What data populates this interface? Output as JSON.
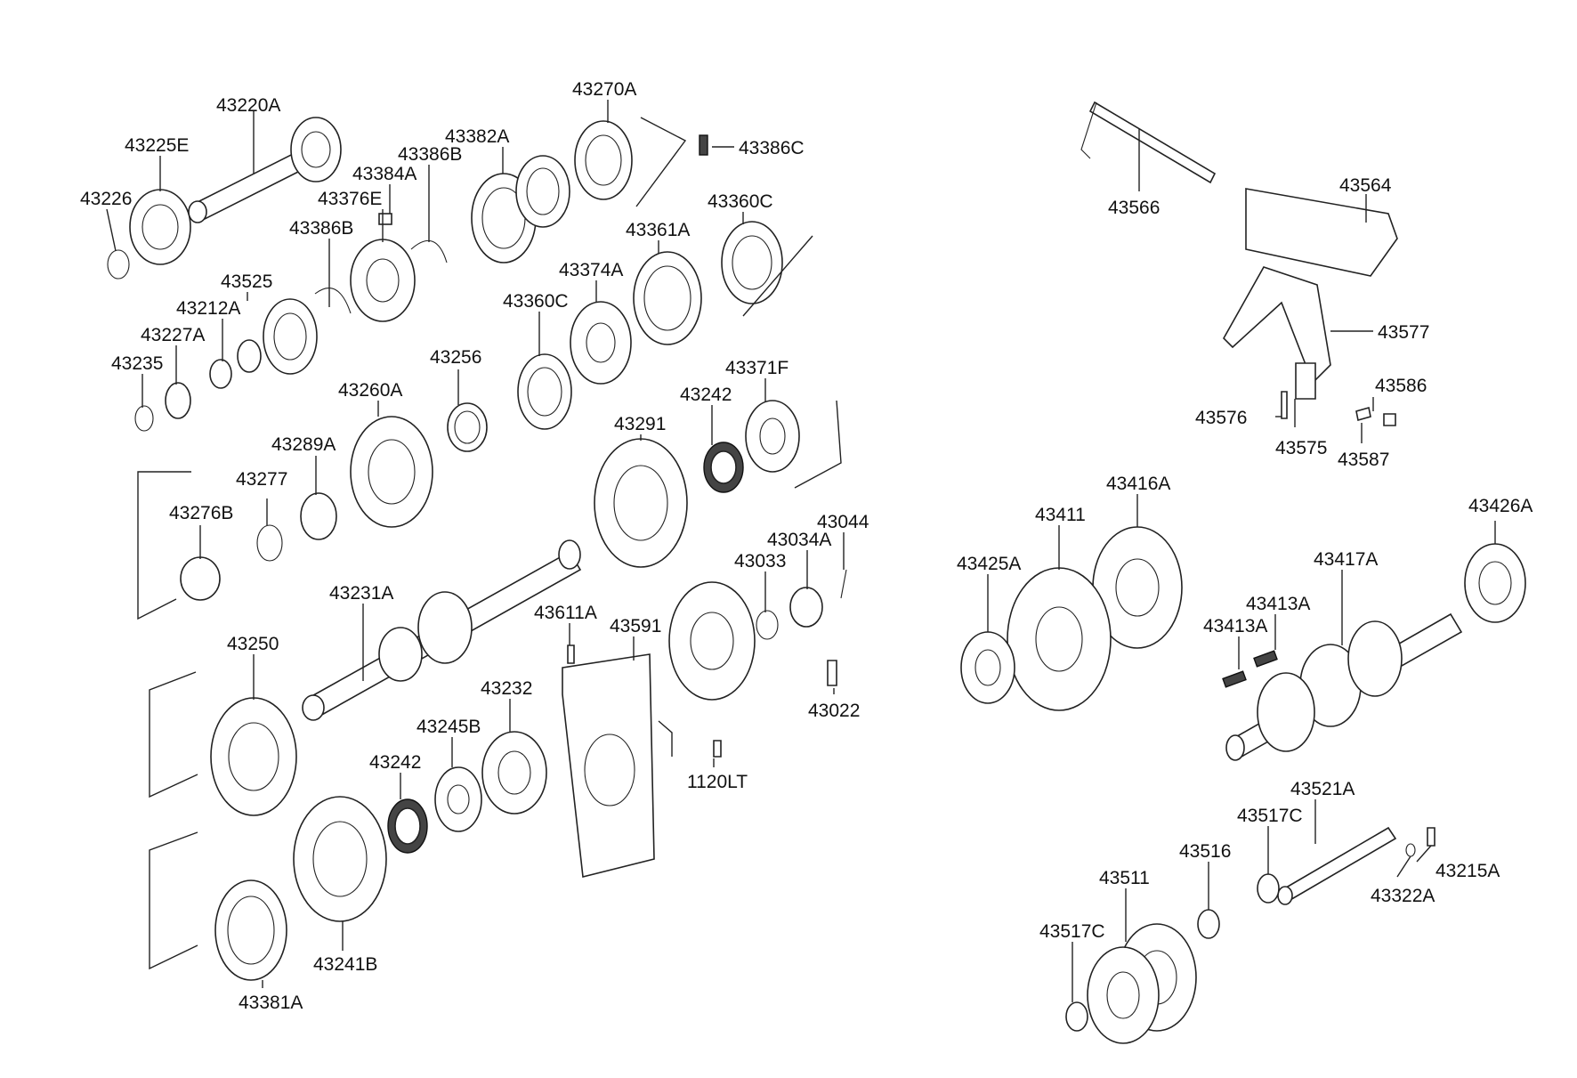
{
  "diagram": {
    "part_numbers": [
      "43220A",
      "43225E",
      "43226",
      "43270A",
      "43382A",
      "43386B",
      "43384A",
      "43386C",
      "43376E",
      "43386B",
      "43360C",
      "43361A",
      "43525",
      "43212A",
      "43227A",
      "43235",
      "43374A",
      "43360C",
      "43256",
      "43260A",
      "43242",
      "43371F",
      "43289A",
      "43277",
      "43291",
      "43276B",
      "43044",
      "43034A",
      "43033",
      "43231A",
      "43611A",
      "43591",
      "43250",
      "43232",
      "43022",
      "43245B",
      "43242",
      "1120LT",
      "43241B",
      "43381A",
      "43566",
      "43564",
      "43577",
      "43586",
      "43576",
      "43575",
      "43587",
      "43416A",
      "43411",
      "43426A",
      "43425A",
      "43417A",
      "43413A",
      "43413A",
      "43521A",
      "43517C",
      "43516",
      "43215A",
      "43322A",
      "43511",
      "43517C"
    ]
  }
}
